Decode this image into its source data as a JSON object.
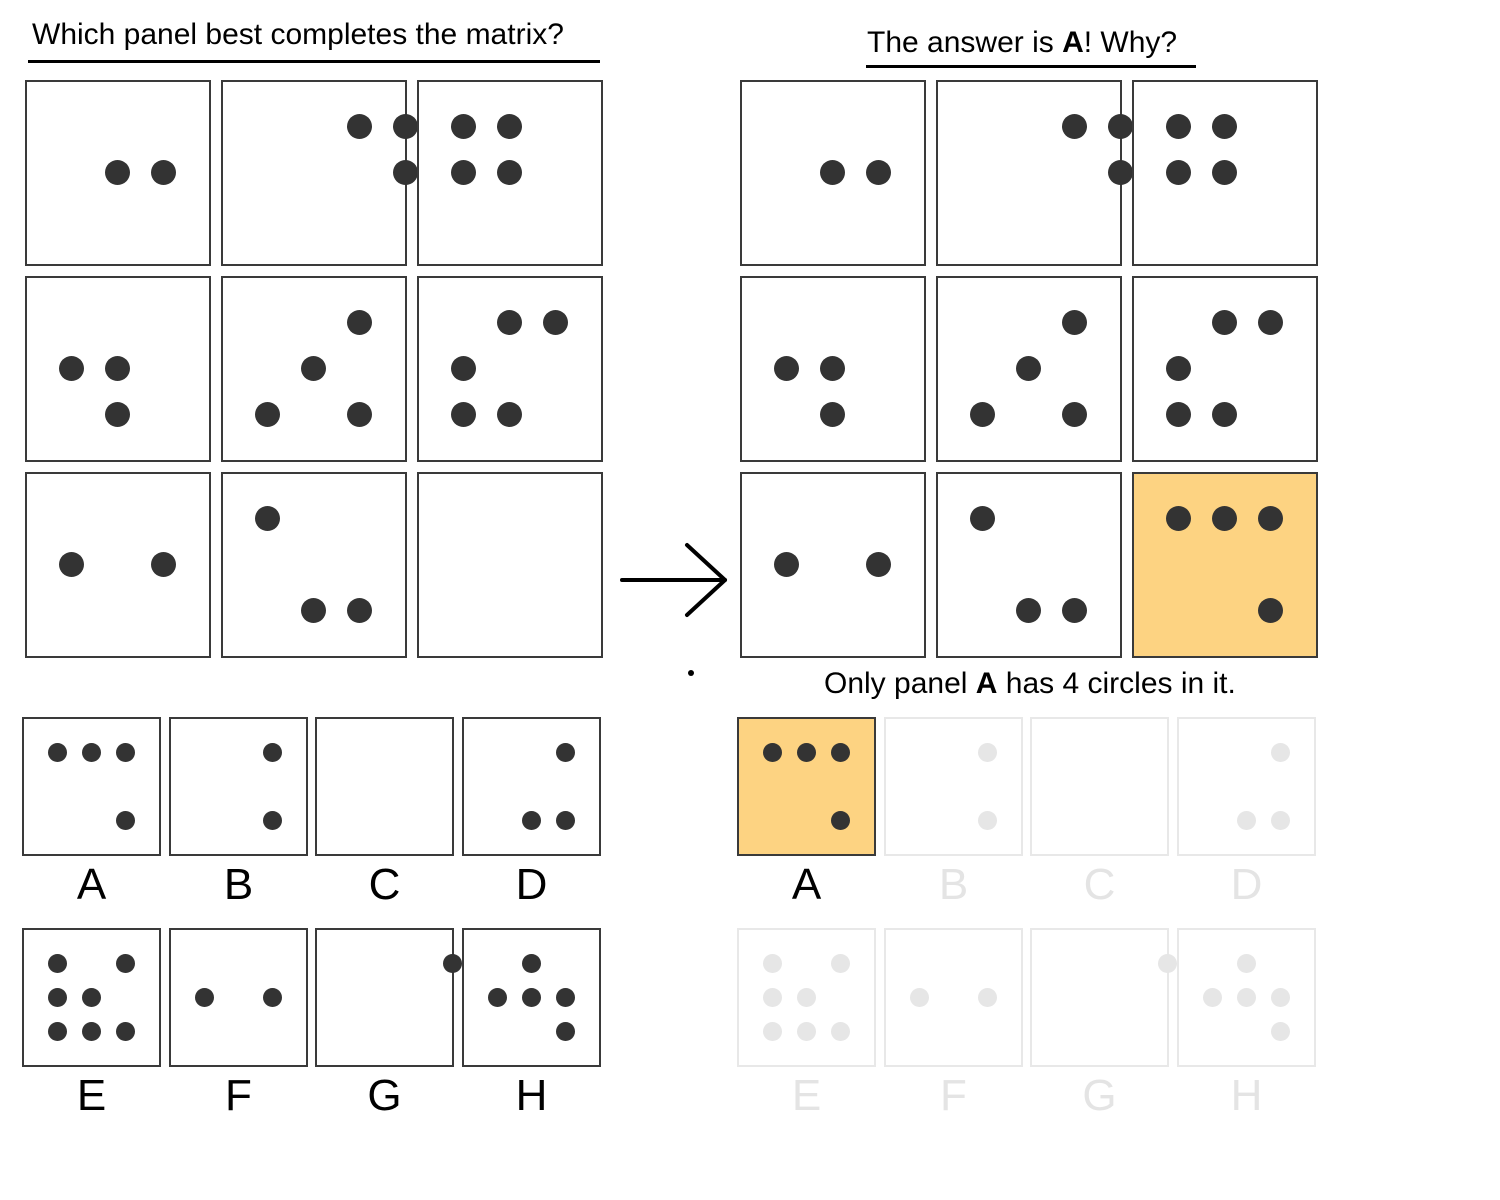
{
  "left": {
    "question": "Which panel best completes the matrix?"
  },
  "right": {
    "answer_prefix": "The answer is ",
    "answer_letter": "A",
    "answer_suffix": "! Why?",
    "explanation_prefix": "Only panel ",
    "explanation_letter": "A",
    "explanation_suffix": " has 4 circles in it."
  },
  "matrix": [
    [
      [
        2,
        2
      ],
      [
        2,
        3
      ]
    ],
    [
      [
        1,
        3
      ],
      [
        1,
        4
      ],
      [
        2,
        4
      ]
    ],
    [
      [
        1,
        1
      ],
      [
        1,
        2
      ],
      [
        2,
        1
      ],
      [
        2,
        2
      ]
    ],
    [
      [
        2,
        1
      ],
      [
        2,
        2
      ],
      [
        3,
        2
      ]
    ],
    [
      [
        1,
        3
      ],
      [
        2,
        2
      ],
      [
        3,
        1
      ],
      [
        3,
        3
      ]
    ],
    [
      [
        1,
        2
      ],
      [
        1,
        3
      ],
      [
        2,
        1
      ],
      [
        3,
        1
      ],
      [
        3,
        2
      ]
    ],
    [
      [
        2,
        1
      ],
      [
        2,
        3
      ]
    ],
    [
      [
        1,
        1
      ],
      [
        3,
        2
      ],
      [
        3,
        3
      ]
    ],
    []
  ],
  "answer_cell_dots": [
    [
      1,
      1
    ],
    [
      1,
      2
    ],
    [
      1,
      3
    ],
    [
      3,
      3
    ]
  ],
  "options": [
    {
      "label": "A",
      "dots": [
        [
          1,
          1
        ],
        [
          1,
          2
        ],
        [
          1,
          3
        ],
        [
          3,
          3
        ]
      ]
    },
    {
      "label": "B",
      "dots": [
        [
          1,
          3
        ],
        [
          3,
          3
        ]
      ]
    },
    {
      "label": "C",
      "dots": []
    },
    {
      "label": "D",
      "dots": [
        [
          1,
          3
        ],
        [
          3,
          2
        ],
        [
          3,
          3
        ]
      ]
    },
    {
      "label": "E",
      "dots": [
        [
          1,
          1
        ],
        [
          1,
          3
        ],
        [
          2,
          1
        ],
        [
          2,
          2
        ],
        [
          3,
          1
        ],
        [
          3,
          2
        ],
        [
          3,
          3
        ]
      ]
    },
    {
      "label": "F",
      "dots": [
        [
          2,
          1
        ],
        [
          2,
          3
        ]
      ]
    },
    {
      "label": "G",
      "dots": [
        [
          1,
          4
        ]
      ]
    },
    {
      "label": "H",
      "dots": [
        [
          1,
          2
        ],
        [
          2,
          1
        ],
        [
          2,
          2
        ],
        [
          2,
          3
        ],
        [
          3,
          3
        ]
      ]
    }
  ],
  "answer_index": 0,
  "colors": {
    "highlight": "#fdd382",
    "dot": "#333333",
    "faded": "#e6e6e6"
  }
}
